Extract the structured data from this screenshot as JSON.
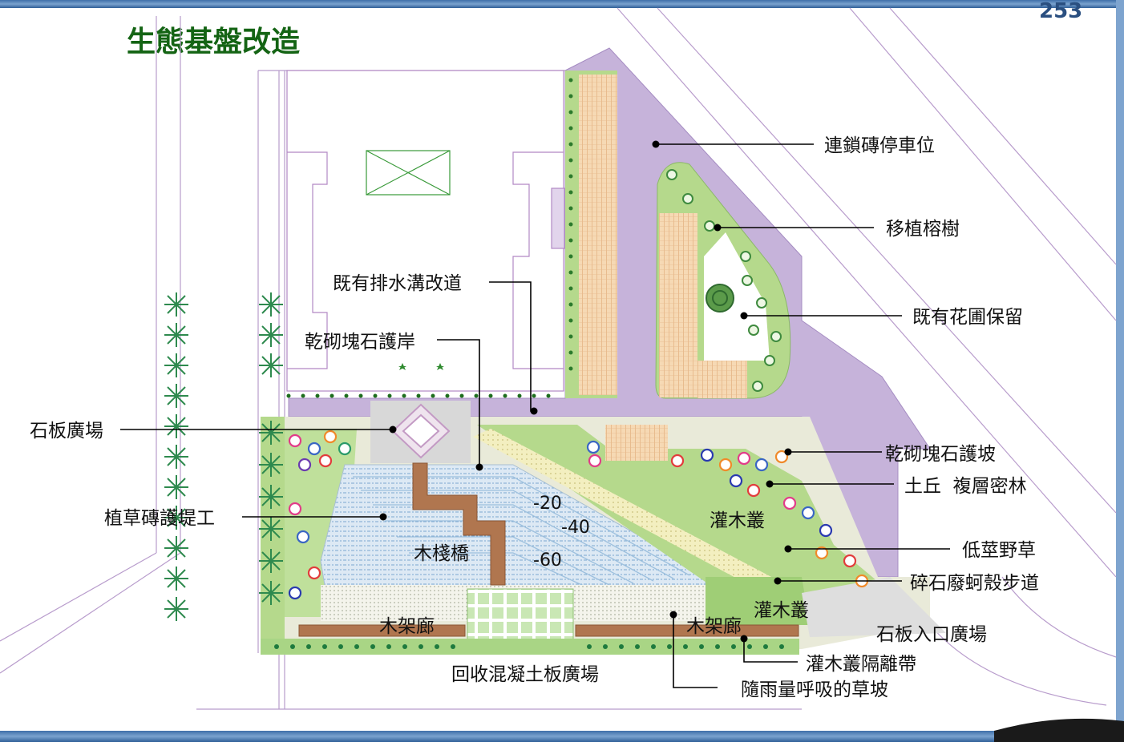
{
  "title": "生態基盤改造",
  "page_number": "253",
  "colors": {
    "header_bar": "#5b86b8",
    "paving_purple": "#c5b3d9",
    "green_area": "#b2d98a",
    "parking_stripes": "#f0c9a0",
    "water": "#d6e6f2",
    "wood": "#b0764f",
    "title_green": "#146414"
  },
  "labels": {
    "parking": "連鎖磚停車位",
    "banyan": "移植榕樹",
    "flowerbed": "既有花圃保留",
    "drain": "既有排水溝改道",
    "dry_stone_bank": "乾砌塊石護岸",
    "stone_plaza": "石板廣場",
    "grass_brick": "植草磚護堤工",
    "dry_stone_slope": "乾砌塊石護坡",
    "mound": "土丘  複層密林",
    "shrub1": "灌木叢",
    "low_grass": "低莖野草",
    "gravel_path": "碎石廢蚵殼步道",
    "boardwalk": "木棧橋",
    "shrub2": "灌木叢",
    "stone_entrance": "石板入口廣場",
    "pergola1": "木架廊",
    "pergola2": "木架廊",
    "shrub_belt": "灌木叢隔離帶",
    "recycled_plaza": "回收混凝土板廣場",
    "rain_slope": "隨雨量呼吸的草坡"
  },
  "depths": {
    "d20": "-20",
    "d40": "-40",
    "d60": "-60"
  }
}
